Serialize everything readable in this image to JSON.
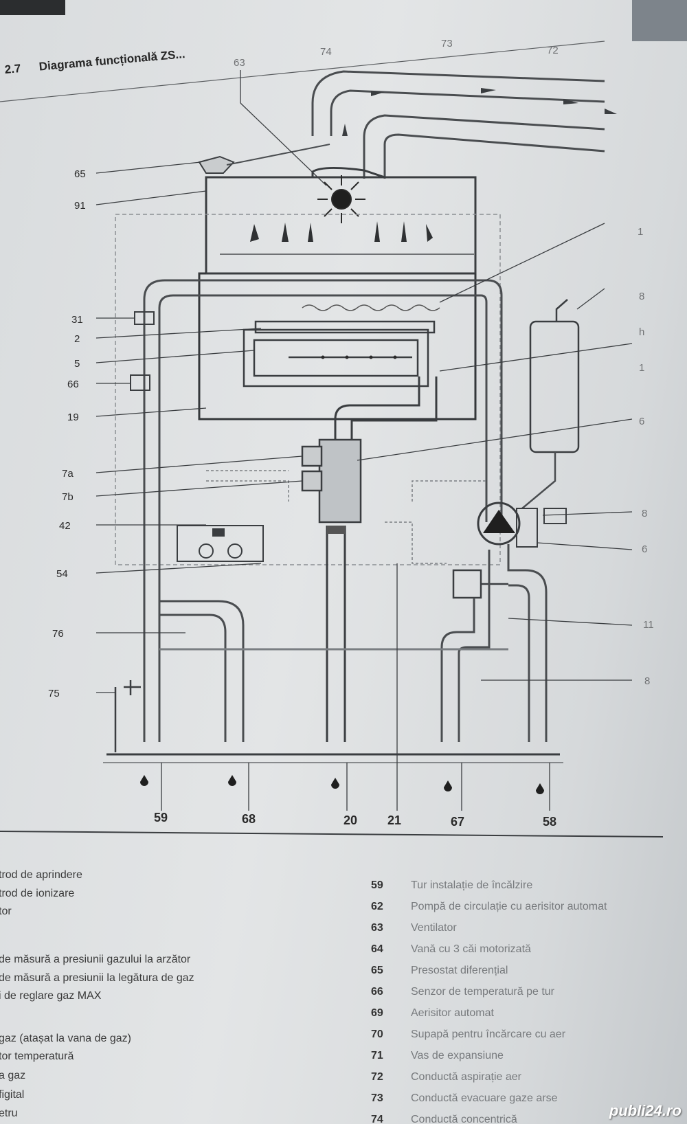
{
  "section": {
    "number": "2.7",
    "title": "Diagrama funcțională ZS..."
  },
  "callouts_left": [
    "65",
    "91",
    "31",
    "2",
    "5",
    "66",
    "19",
    "7a",
    "7b",
    "42",
    "54",
    "76",
    "75"
  ],
  "callouts_top": [
    "63",
    "74",
    "73",
    "72"
  ],
  "callouts_right": [
    "1",
    "8",
    "h",
    "1",
    "6",
    "8",
    "6",
    "11",
    "8"
  ],
  "callouts_bottom": [
    "59",
    "68",
    "20",
    "21",
    "67",
    "58"
  ],
  "legend_left": [
    "trod de aprindere",
    "trod de ionizare",
    "tor",
    "de măsură a presiunii gazului la arzător",
    "de măsură a presiunii la legătura de gaz",
    "i de reglare gaz MAX",
    "gaz (atașat la vana de gaz)",
    "tor temperatură",
    "a gaz",
    "figital",
    "etru"
  ],
  "legend_right": [
    {
      "code": "59",
      "label": "Tur instalație de încălzire"
    },
    {
      "code": "62",
      "label": "Pompă de circulație cu aerisitor automat"
    },
    {
      "code": "63",
      "label": "Ventilator"
    },
    {
      "code": "64",
      "label": "Vană cu 3 căi motorizată"
    },
    {
      "code": "65",
      "label": "Presostat diferențial"
    },
    {
      "code": "66",
      "label": "Senzor de temperatură pe tur"
    },
    {
      "code": "69",
      "label": "Aerisitor automat"
    },
    {
      "code": "70",
      "label": "Supapă pentru încărcare cu aer"
    },
    {
      "code": "71",
      "label": "Vas de expansiune"
    },
    {
      "code": "72",
      "label": "Conductă aspirație aer"
    },
    {
      "code": "73",
      "label": "Conductă evacuare gaze arse"
    },
    {
      "code": "74",
      "label": "Conductă concentrică"
    }
  ],
  "watermark": "publi24.ro"
}
